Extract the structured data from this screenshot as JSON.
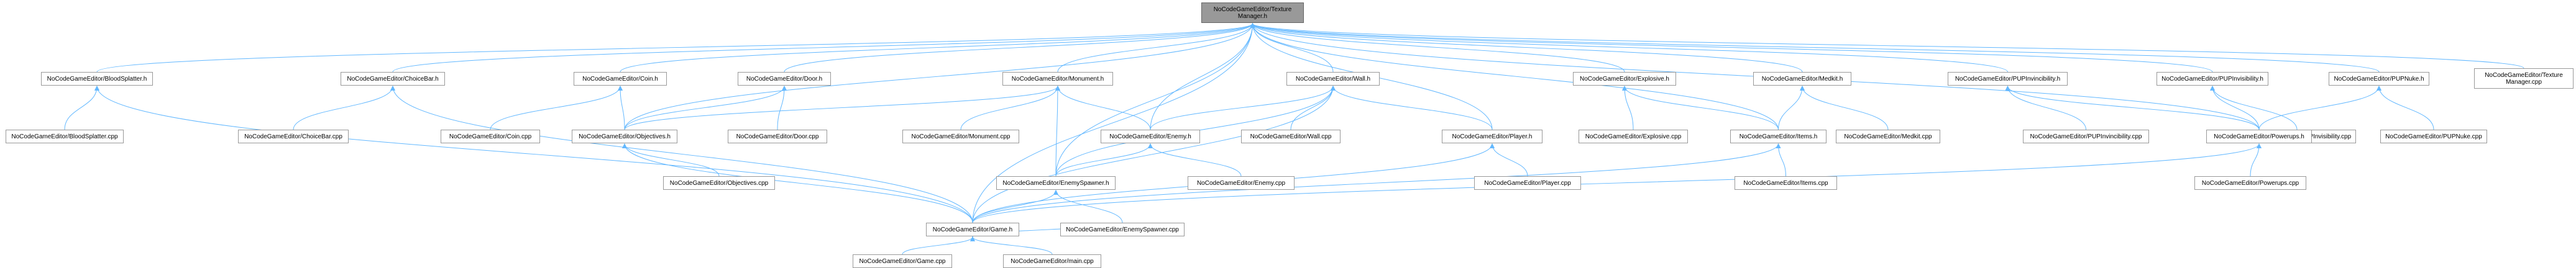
{
  "root": {
    "id": "tm_h",
    "label": "NoCodeGameEditor/Texture\nManager.h"
  },
  "nodes": [
    {
      "id": "bs_h",
      "label": "NoCodeGameEditor/BloodSplatter.h"
    },
    {
      "id": "bs_cpp",
      "label": "NoCodeGameEditor/BloodSplatter.cpp"
    },
    {
      "id": "cb_h",
      "label": "NoCodeGameEditor/ChoiceBar.h"
    },
    {
      "id": "cb_cpp",
      "label": "NoCodeGameEditor/ChoiceBar.cpp"
    },
    {
      "id": "coin_h",
      "label": "NoCodeGameEditor/Coin.h"
    },
    {
      "id": "coin_cpp",
      "label": "NoCodeGameEditor/Coin.cpp"
    },
    {
      "id": "door_h",
      "label": "NoCodeGameEditor/Door.h"
    },
    {
      "id": "door_cpp",
      "label": "NoCodeGameEditor/Door.cpp"
    },
    {
      "id": "obj_h",
      "label": "NoCodeGameEditor/Objectives.h"
    },
    {
      "id": "obj_cpp",
      "label": "NoCodeGameEditor/Objectives.cpp"
    },
    {
      "id": "mon_h",
      "label": "NoCodeGameEditor/Monument.h"
    },
    {
      "id": "mon_cpp",
      "label": "NoCodeGameEditor/Monument.cpp"
    },
    {
      "id": "wall_h",
      "label": "NoCodeGameEditor/Wall.h"
    },
    {
      "id": "wall_cpp",
      "label": "NoCodeGameEditor/Wall.cpp"
    },
    {
      "id": "enemy_h",
      "label": "NoCodeGameEditor/Enemy.h"
    },
    {
      "id": "enemy_cpp",
      "label": "NoCodeGameEditor/Enemy.cpp"
    },
    {
      "id": "es_h",
      "label": "NoCodeGameEditor/EnemySpawner.h"
    },
    {
      "id": "es_cpp",
      "label": "NoCodeGameEditor/EnemySpawner.cpp"
    },
    {
      "id": "game_h",
      "label": "NoCodeGameEditor/Game.h"
    },
    {
      "id": "game_cpp",
      "label": "NoCodeGameEditor/Game.cpp"
    },
    {
      "id": "main_cpp",
      "label": "NoCodeGameEditor/main.cpp"
    },
    {
      "id": "player_h",
      "label": "NoCodeGameEditor/Player.h"
    },
    {
      "id": "player_cpp",
      "label": "NoCodeGameEditor/Player.cpp"
    },
    {
      "id": "exp_h",
      "label": "NoCodeGameEditor/Explosive.h"
    },
    {
      "id": "exp_cpp",
      "label": "NoCodeGameEditor/Explosive.cpp"
    },
    {
      "id": "items_h",
      "label": "NoCodeGameEditor/Items.h"
    },
    {
      "id": "items_cpp",
      "label": "NoCodeGameEditor/Items.cpp"
    },
    {
      "id": "med_h",
      "label": "NoCodeGameEditor/Medkit.h"
    },
    {
      "id": "med_cpp",
      "label": "NoCodeGameEditor/Medkit.cpp"
    },
    {
      "id": "pinv_h",
      "label": "NoCodeGameEditor/PUPInvincibility.h"
    },
    {
      "id": "pinv_cpp",
      "label": "NoCodeGameEditor/PUPInvincibility.cpp"
    },
    {
      "id": "pvis_h",
      "label": "NoCodeGameEditor/PUPInvisibility.h"
    },
    {
      "id": "pvis_cpp",
      "label": "NoCodeGameEditor/PUPInvisibility.cpp"
    },
    {
      "id": "pnuke_h",
      "label": "NoCodeGameEditor/PUPNuke.h"
    },
    {
      "id": "pnuke_cpp",
      "label": "NoCodeGameEditor/PUPNuke.cpp"
    },
    {
      "id": "pow_h",
      "label": "NoCodeGameEditor/Powerups.h"
    },
    {
      "id": "pow_cpp",
      "label": "NoCodeGameEditor/Powerups.cpp"
    },
    {
      "id": "tm_cpp",
      "label": "NoCodeGameEditor/Texture\nManager.cpp"
    }
  ],
  "edges": [
    [
      "bs_h",
      "tm_h"
    ],
    [
      "cb_h",
      "tm_h"
    ],
    [
      "coin_h",
      "tm_h"
    ],
    [
      "door_h",
      "tm_h"
    ],
    [
      "obj_h",
      "tm_h"
    ],
    [
      "mon_h",
      "tm_h"
    ],
    [
      "wall_h",
      "tm_h"
    ],
    [
      "enemy_h",
      "tm_h"
    ],
    [
      "es_h",
      "tm_h"
    ],
    [
      "game_h",
      "tm_h"
    ],
    [
      "player_h",
      "tm_h"
    ],
    [
      "exp_h",
      "tm_h"
    ],
    [
      "items_h",
      "tm_h"
    ],
    [
      "med_h",
      "tm_h"
    ],
    [
      "pinv_h",
      "tm_h"
    ],
    [
      "pvis_h",
      "tm_h"
    ],
    [
      "pnuke_h",
      "tm_h"
    ],
    [
      "pow_h",
      "tm_h"
    ],
    [
      "tm_cpp",
      "tm_h"
    ],
    [
      "bs_cpp",
      "bs_h"
    ],
    [
      "game_h",
      "bs_h"
    ],
    [
      "cb_cpp",
      "cb_h"
    ],
    [
      "game_h",
      "cb_h"
    ],
    [
      "coin_cpp",
      "coin_h"
    ],
    [
      "obj_h",
      "coin_h"
    ],
    [
      "door_cpp",
      "door_h"
    ],
    [
      "obj_h",
      "door_h"
    ],
    [
      "obj_cpp",
      "obj_h"
    ],
    [
      "game_h",
      "obj_h"
    ],
    [
      "mon_cpp",
      "mon_h"
    ],
    [
      "obj_h",
      "mon_h"
    ],
    [
      "enemy_h",
      "mon_h"
    ],
    [
      "es_h",
      "mon_h"
    ],
    [
      "wall_cpp",
      "wall_h"
    ],
    [
      "enemy_h",
      "wall_h"
    ],
    [
      "player_h",
      "wall_h"
    ],
    [
      "es_h",
      "wall_h"
    ],
    [
      "game_h",
      "wall_h"
    ],
    [
      "enemy_cpp",
      "enemy_h"
    ],
    [
      "es_h",
      "enemy_h"
    ],
    [
      "es_cpp",
      "es_h"
    ],
    [
      "game_h",
      "es_h"
    ],
    [
      "game_cpp",
      "game_h"
    ],
    [
      "main_cpp",
      "game_h"
    ],
    [
      "es_cpp",
      "game_h"
    ],
    [
      "player_cpp",
      "player_h"
    ],
    [
      "game_h",
      "player_h"
    ],
    [
      "exp_cpp",
      "exp_h"
    ],
    [
      "items_h",
      "exp_h"
    ],
    [
      "items_cpp",
      "items_h"
    ],
    [
      "game_h",
      "items_h"
    ],
    [
      "med_cpp",
      "med_h"
    ],
    [
      "items_h",
      "med_h"
    ],
    [
      "pinv_cpp",
      "pinv_h"
    ],
    [
      "pow_h",
      "pinv_h"
    ],
    [
      "pvis_cpp",
      "pvis_h"
    ],
    [
      "pow_h",
      "pvis_h"
    ],
    [
      "pnuke_cpp",
      "pnuke_h"
    ],
    [
      "pow_h",
      "pnuke_h"
    ],
    [
      "pow_cpp",
      "pow_h"
    ],
    [
      "game_h",
      "pow_h"
    ]
  ],
  "colors": {
    "edge": "#63b8ff",
    "node_border": "#999999",
    "root_fill": "#999999"
  }
}
